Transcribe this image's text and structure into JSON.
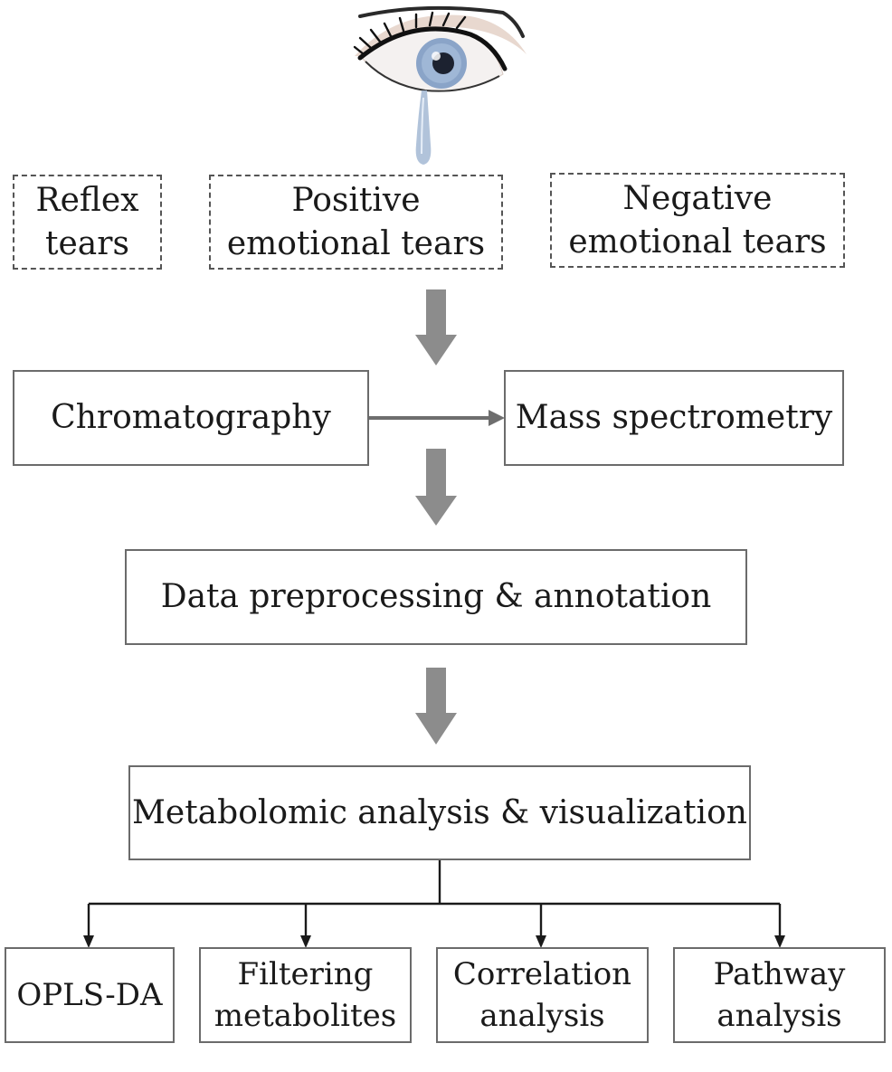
{
  "categories": [
    {
      "lines": [
        "Reflex",
        "tears"
      ]
    },
    {
      "lines": [
        "Positive",
        "emotional tears"
      ]
    },
    {
      "lines": [
        "Negative",
        "emotional tears"
      ]
    }
  ],
  "steps": {
    "chromatography": "Chromatography",
    "mass_spec": "Mass spectrometry",
    "preprocessing": "Data preprocessing & annotation",
    "metabolomic": "Metabolomic analysis & visualization"
  },
  "analyses": [
    {
      "lines": [
        "OPLS-DA"
      ]
    },
    {
      "lines": [
        "Filtering",
        "metabolites"
      ]
    },
    {
      "lines": [
        "Correlation",
        "analysis"
      ]
    },
    {
      "lines": [
        "Pathway",
        "analysis"
      ]
    }
  ],
  "colors": {
    "big_arrow": "#8c8c8c",
    "connector": "#1a1a1a",
    "box_border": "#6b6b6b",
    "iris": "#8aa4c8"
  },
  "icons": {
    "top": "crying-eye-icon"
  }
}
